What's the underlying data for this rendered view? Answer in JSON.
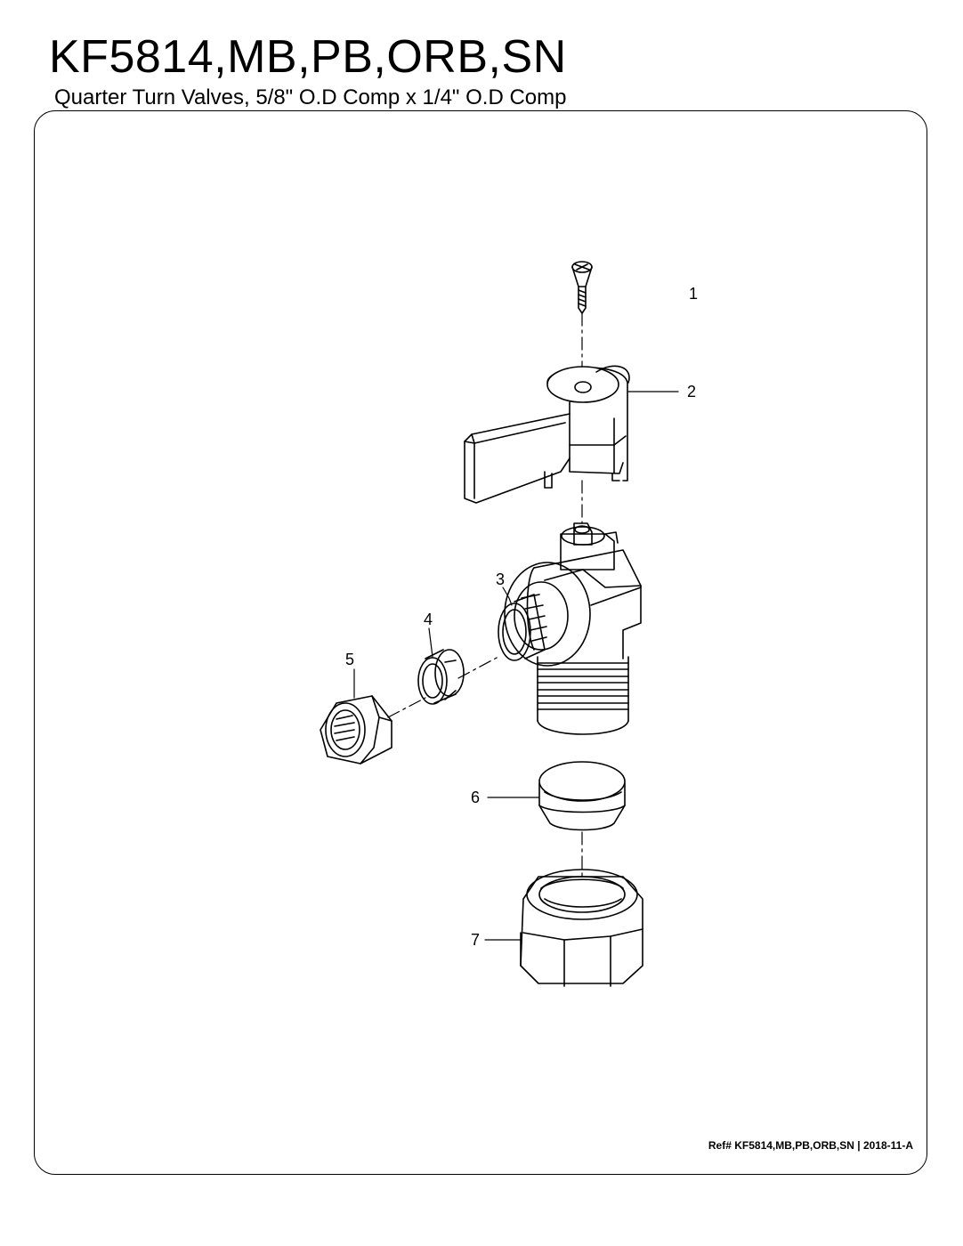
{
  "header": {
    "title": "KF5814,MB,PB,ORB,SN",
    "subtitle": "Quarter Turn Valves, 5/8\" O.D Comp x 1/4\" O.D Comp"
  },
  "callouts": [
    "1",
    "2",
    "3",
    "4",
    "5",
    "6",
    "7"
  ],
  "footer": {
    "reference": "Ref# KF5814,MB,PB,ORB,SN | 2018-11-A"
  }
}
